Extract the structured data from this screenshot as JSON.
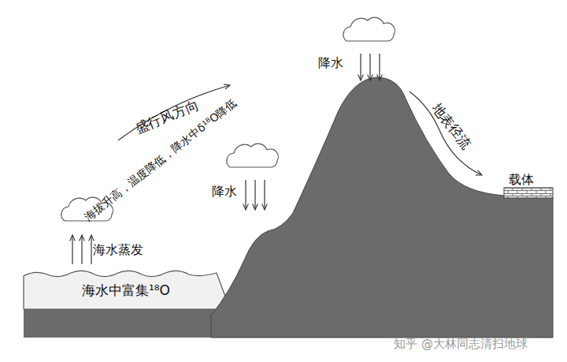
{
  "diagram": {
    "labels": [
      "盛行风方向",
      "海拔升高，温度降低，降水中δ¹⁸O降低",
      "海水蒸发",
      "海水中富集¹⁸O",
      "降水",
      "降水",
      "地表径流",
      "载体",
      "知乎 @大林同志清扫地球"
    ]
  }
}
